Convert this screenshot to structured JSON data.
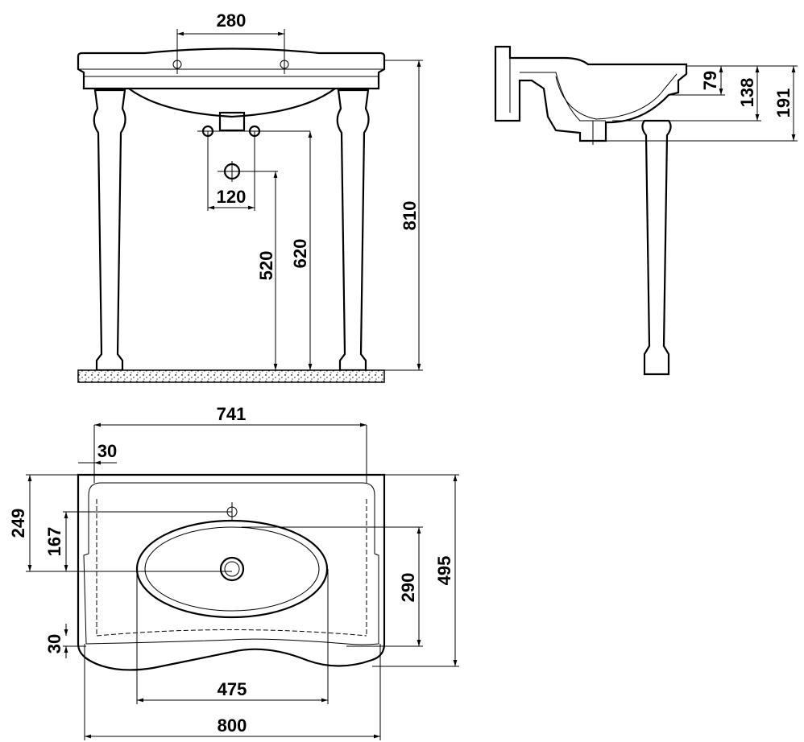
{
  "front_view": {
    "faucet_spacing": "280",
    "drain_spacing": "120",
    "drain_height": "520",
    "waste_height": "620",
    "total_height": "810"
  },
  "side_view": {
    "depth_79": "79",
    "depth_138": "138",
    "depth_191": "191"
  },
  "top_view": {
    "inner_width": "741",
    "rim_offset": "30",
    "faucet_offset": "249",
    "drain_offset": "167",
    "bowl_length": "290",
    "total_depth": "495",
    "front_rim": "30",
    "bowl_width": "475",
    "total_width": "800"
  }
}
